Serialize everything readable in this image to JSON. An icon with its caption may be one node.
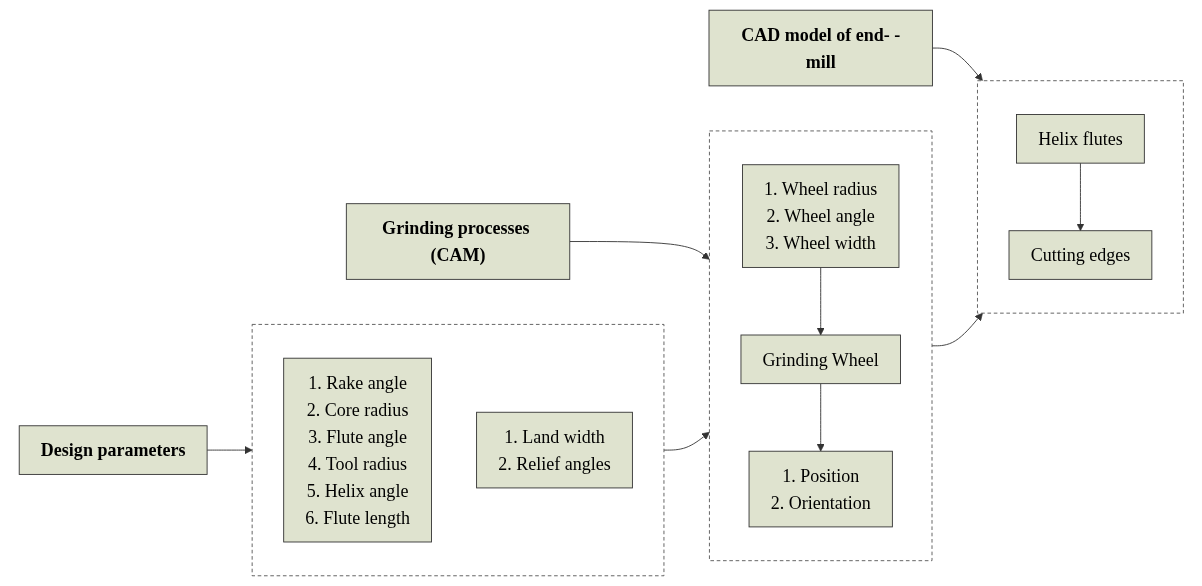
{
  "diagram": {
    "nodes": [
      {
        "text": [
          "Design parameters"
        ]
      },
      {
        "text": [],
        "shape": "box"
      },
      {
        "text": [
          "1. Rake angle",
          "2. Core radius",
          "3. Flute angle",
          "4. Tool radius",
          "5. Helix angle",
          "6. Flute length"
        ],
        "in": 1
      },
      {
        "text": [
          "1. Land width",
          "2. Relief angles"
        ],
        "in": 1
      },
      {
        "text": [
          "Grinding processes (CAM)"
        ]
      },
      {
        "text": [],
        "shape": "box"
      },
      {
        "text": [
          "1. Wheel radius",
          "2. Wheel angle",
          "3. Wheel width"
        ],
        "in": 5
      },
      {
        "text": [
          "Grinding Wheel"
        ],
        "in": 5
      },
      {
        "text": [
          "1. Position",
          "2. Orientation"
        ],
        "in": 5
      },
      {
        "text": [
          "CAD model of end- -mill"
        ]
      },
      {
        "text": [],
        "shape": "box"
      },
      {
        "text": [
          "Helix flutes"
        ],
        "in": 10
      },
      {
        "text": [
          "Cutting edges"
        ],
        "in": 10
      }
    ],
    "edges": [
      {
        "from": 0,
        "to": 1,
        "arrow": "to"
      },
      {
        "from": 4,
        "to": 5,
        "arrow": "to"
      },
      {
        "from": 9,
        "to": 10,
        "arrow": "to"
      },
      {
        "from": 1,
        "to": 5,
        "arrow": "to"
      },
      {
        "from": 5,
        "to": 10,
        "arrow": "to"
      },
      {
        "from": 6,
        "to": 7,
        "arrow": "to"
      },
      {
        "from": 7,
        "to": 8,
        "arrow": "to"
      },
      {
        "from": 11,
        "to": 12,
        "arrow": "to"
      }
    ]
  }
}
